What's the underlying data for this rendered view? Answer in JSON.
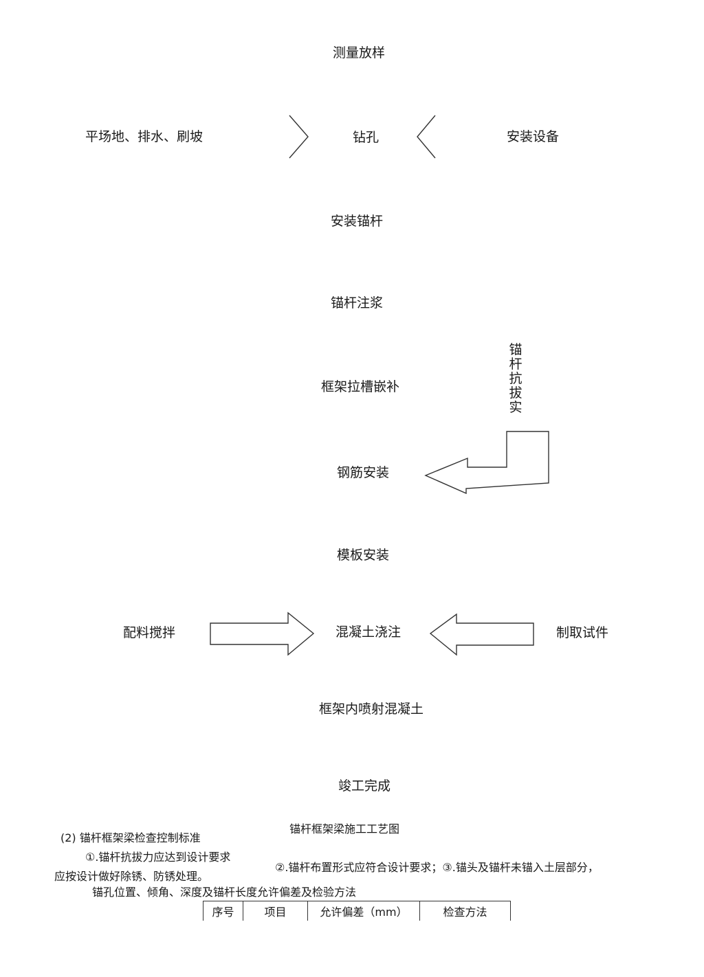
{
  "flow": {
    "survey": "测量放样",
    "site_prep": "平场地、排水、刷坡",
    "drilling": "钻孔",
    "install_equipment": "安装设备",
    "install_anchor": "安装锚杆",
    "grouting": "锚杆注浆",
    "frame_groove": "框架拉槽嵌补",
    "pullout_test": "锚杆抗拔实",
    "rebar_install": "钢筋安装",
    "formwork_install": "模板安装",
    "batching": "配料搅拌",
    "concrete_pour": "混凝土浇注",
    "specimen": "制取试件",
    "shotcrete": "框架内喷射混凝土",
    "completion": "竣工完成",
    "caption": "锚杆框架梁施工工艺图"
  },
  "text": {
    "section_title": "(2)  锚杆框架梁检查控制标准",
    "item1": "①.锚杆抗拔力应达到设计要求",
    "item2_3": "②.锚杆布置形式应符合设计要求；③.锚头及锚杆未锚入土层部分，",
    "item3_cont": "应按设计做好除锈、防锈处理。",
    "table_caption": "锚孔位置、倾角、深度及锚杆长度允许偏差及检验方法"
  },
  "table": {
    "headers": [
      "序号",
      "项目",
      "允许偏差（mm）",
      "检查方法"
    ]
  }
}
